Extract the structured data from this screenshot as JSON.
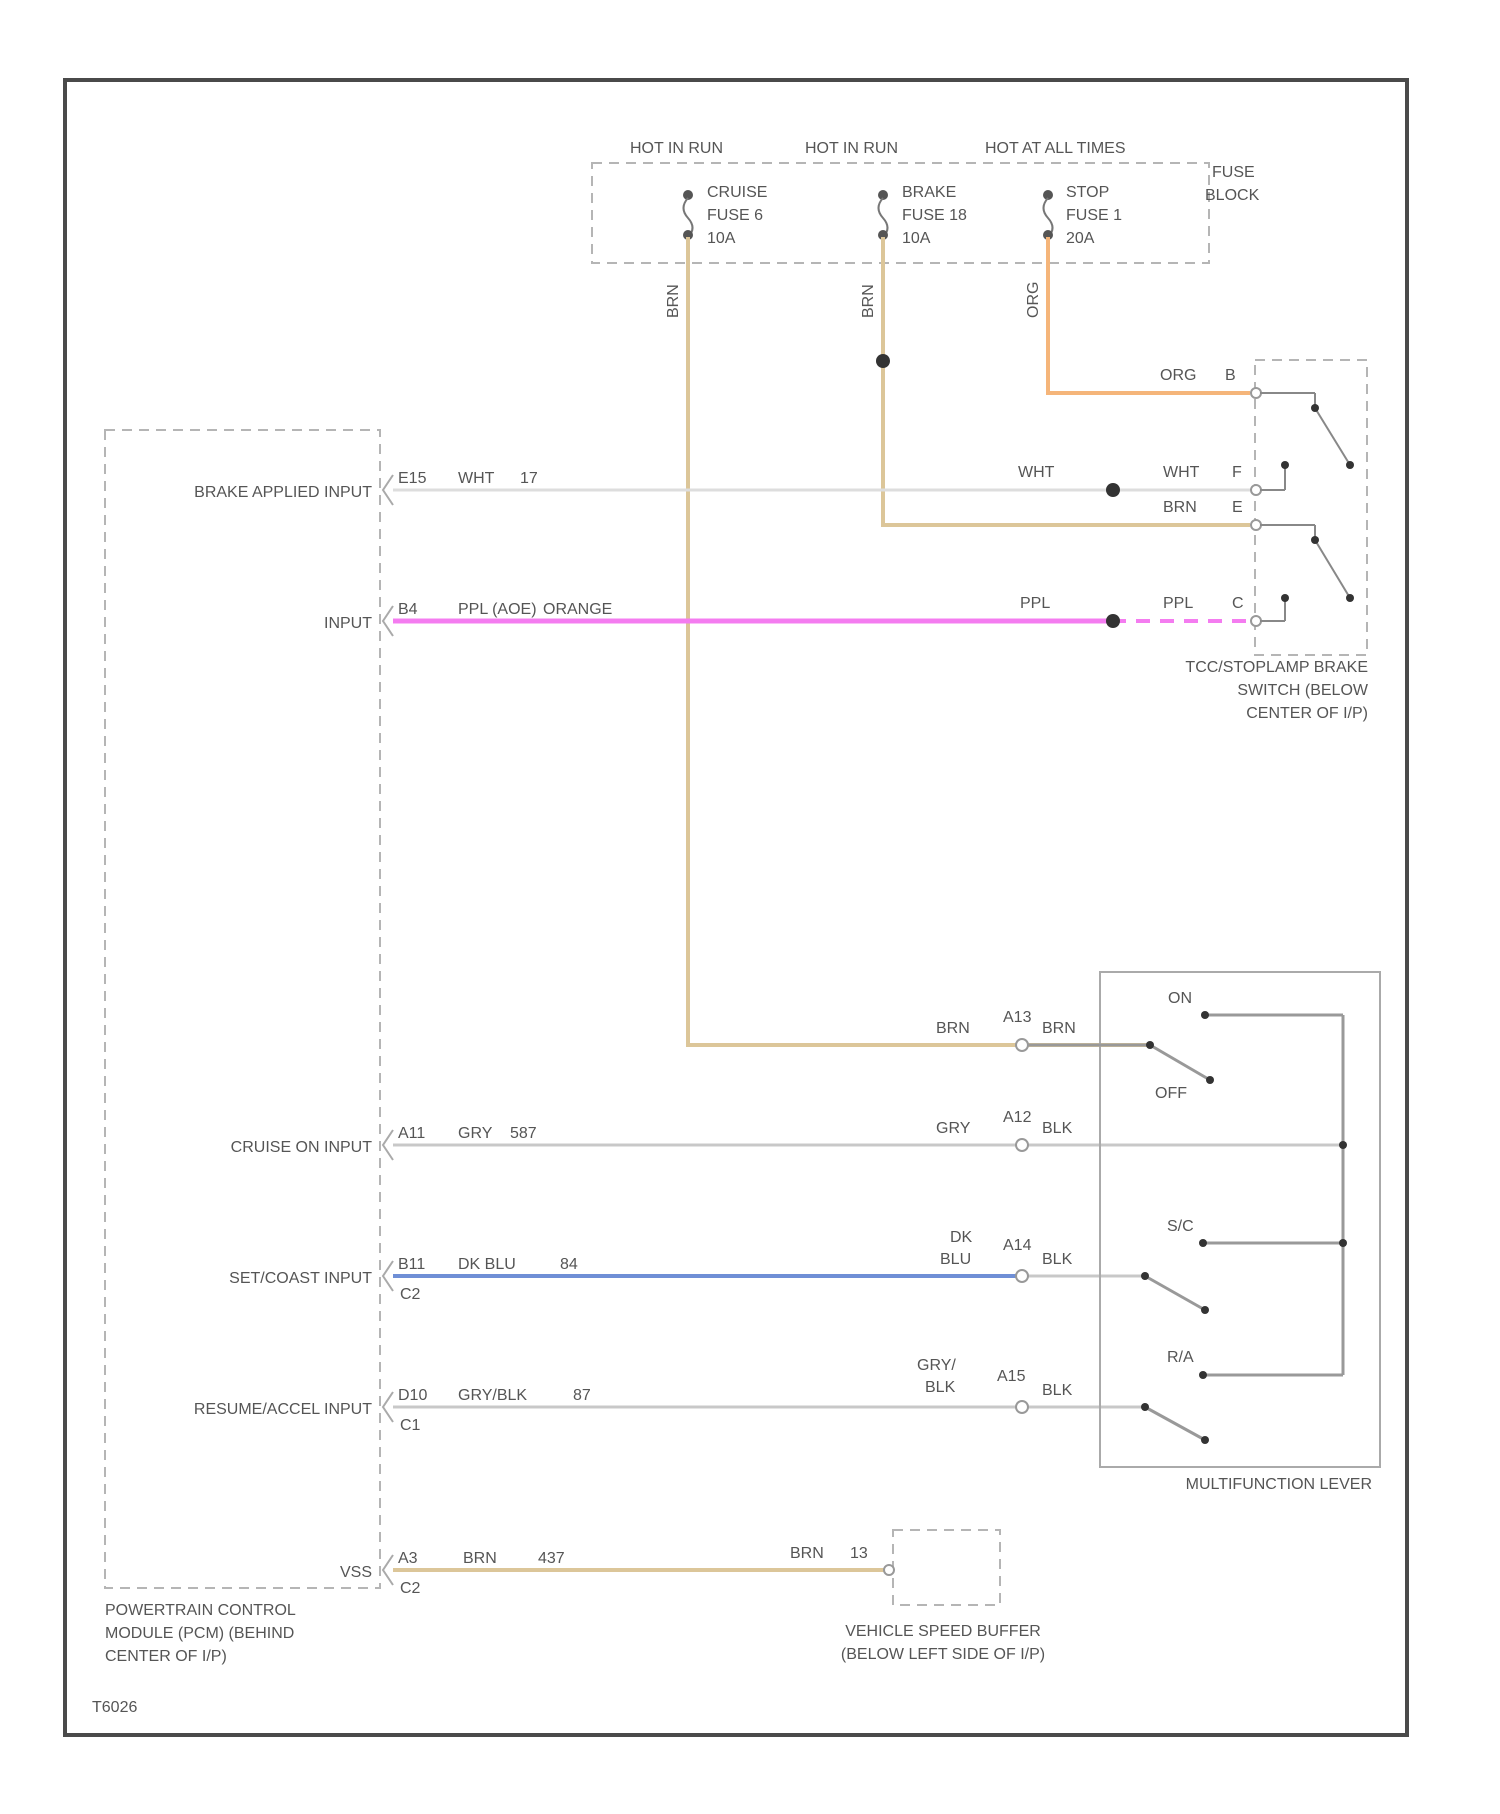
{
  "diagram_id": "T6026",
  "fuse_block": {
    "label_line1": "FUSE",
    "label_line2": "BLOCK",
    "headers": [
      "HOT IN RUN",
      "HOT IN RUN",
      "HOT AT ALL TIMES"
    ],
    "fuses": [
      {
        "line1": "CRUISE",
        "line2": "FUSE 6",
        "line3": "10A",
        "wire": "BRN"
      },
      {
        "line1": "BRAKE",
        "line2": "FUSE 18",
        "line3": "10A",
        "wire": "BRN"
      },
      {
        "line1": "STOP",
        "line2": "FUSE 1",
        "line3": "20A",
        "wire": "ORG"
      }
    ]
  },
  "pcm": {
    "label_lines": [
      "POWERTRAIN CONTROL",
      "MODULE (PCM) (BEHIND",
      "CENTER OF I/P)"
    ],
    "inputs": {
      "brake_applied": {
        "label": "BRAKE APPLIED INPUT",
        "pin": "E15",
        "wire": "WHT",
        "pin2": "17"
      },
      "input": {
        "label": "INPUT",
        "pin": "B4",
        "wire": "PPL (AOE)",
        "wire2": "ORANGE"
      },
      "cruise_on": {
        "label": "CRUISE ON INPUT",
        "pin": "A11",
        "wire": "GRY",
        "pin2": "587"
      },
      "set_coast": {
        "label": "SET/COAST INPUT",
        "pin": "B11",
        "wire": "DK BLU",
        "pin2": "84",
        "conn": "C2"
      },
      "resume_accel": {
        "label": "RESUME/ACCEL INPUT",
        "pin": "D10",
        "wire": "GRY/BLK",
        "pin2": "87",
        "conn": "C1"
      },
      "vss": {
        "label": "VSS",
        "pin": "A3",
        "wire": "BRN",
        "pin2": "437",
        "conn": "C2"
      }
    }
  },
  "brake_switch": {
    "label_lines": [
      "TCC/STOPLAMP BRAKE",
      "SWITCH (BELOW",
      "CENTER OF I/P)"
    ],
    "pins": [
      {
        "wire": "ORG",
        "pin": "B"
      },
      {
        "wire": "WHT",
        "pin": "F"
      },
      {
        "wire": "BRN",
        "pin": "E"
      },
      {
        "wire": "PPL",
        "pin": "C"
      }
    ],
    "splice_wires": {
      "wht": "WHT",
      "ppl": "PPL"
    }
  },
  "multifunction_lever": {
    "label": "MULTIFUNCTION LEVER",
    "positions": {
      "on": "ON",
      "off": "OFF",
      "set": "S/C",
      "resume": "R/A"
    },
    "wires": [
      {
        "left": "BRN",
        "pin": "A13",
        "right": "BRN"
      },
      {
        "left": "GRY",
        "pin": "A12",
        "right": "BLK"
      },
      {
        "left_line1": "DK",
        "left_line2": "BLU",
        "pin": "A14",
        "right": "BLK"
      },
      {
        "left_line1": "GRY/",
        "left_line2": "BLK",
        "pin": "A15",
        "right": "BLK"
      }
    ]
  },
  "vehicle_speed_buffer": {
    "label_lines": [
      "VEHICLE SPEED BUFFER",
      "(BELOW LEFT SIDE OF I/P)"
    ],
    "wire": "BRN",
    "pin": "13"
  },
  "colors": {
    "brn": "#dcc699",
    "org": "#f5b57a",
    "ppl": "#f47cf0",
    "blu": "#6f8fd6",
    "gry": "#c8c8c8",
    "frame": "#4a4a4a",
    "dash": "#b5b5b5"
  }
}
